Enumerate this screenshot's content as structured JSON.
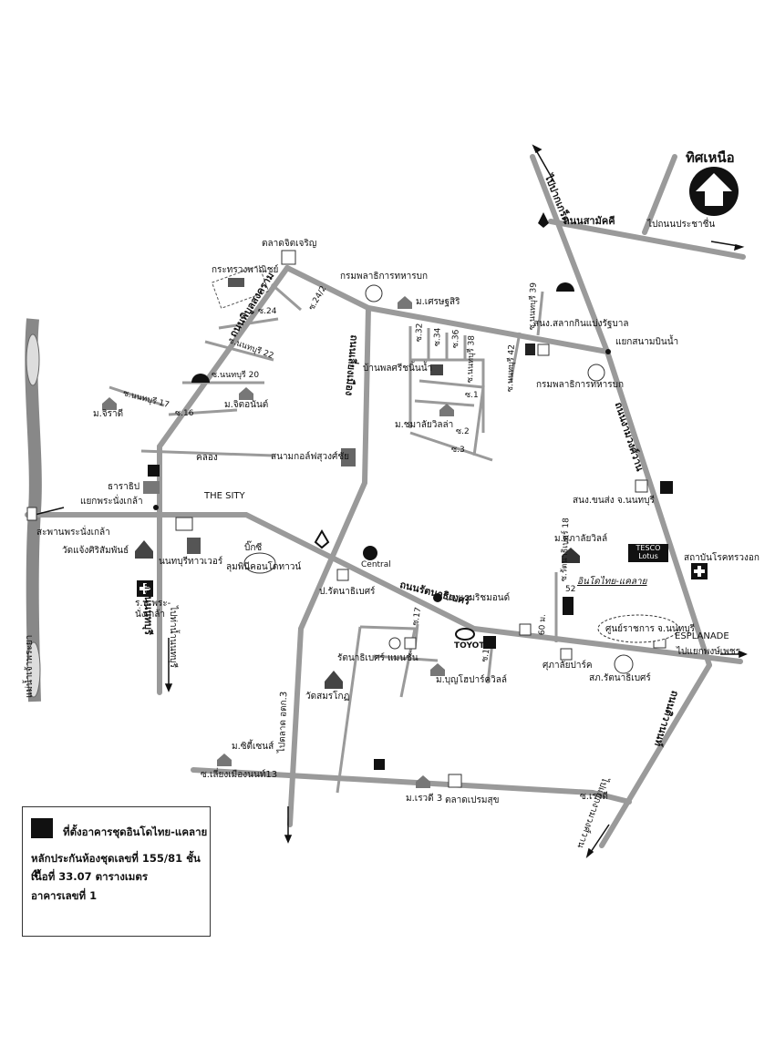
{
  "north": {
    "label": "ทิศเหนือ",
    "icon": "north-arrow-icon"
  },
  "roads": {
    "samakkhi": "ถนนสามัคคี",
    "to_pakkret": "ไปปากเกร็ด",
    "to_prachachuen": "ไปถนนประชาชื่น",
    "ngamwongwan": "ถนนงามวงศ์วาน",
    "tiwanon": "ถนนติวานนท์",
    "to_khae_rai": "ไปแยกพงษ์เพชร",
    "to_khae_wanwan": "ไปแยกงามวงศ์วาน",
    "liang_mueang": "ถนนเลี่ยงเมือง",
    "rattanathibet": "ถนนรัตนาธิเบศร์",
    "nonthaburi": "ถนนนนทบุรี",
    "to_nonthaburi_pier": "ไปท่าน้ำนนทบุรี",
    "pracha_rat": "ถนนพิบูลสงคราม",
    "to_talat_pak_kret": "ไปตลาด อตก.3",
    "chao_phraya": "แม่น้ำเจ้าพระยา",
    "phra_nang_klao_bridge": "สะพานพระนั่งเกล้า",
    "khlong": "คลอง",
    "soi_liang_mueang_13": "ซ.เลี่ยงเมืองนนท์13",
    "soi_rewadi": "ซ.เรวดี",
    "soi_rattanathibet_18": "ซ.รัตนาธิเบศร์ 18",
    "soi_nonthaburi_42": "ซ.นนทบุรี 42",
    "soi_nonthaburi_39": "ซ.นนทบุรี 39",
    "soi_24_2": "ซ.24/2",
    "soi_24": "ซ.24",
    "soi_22": "ซ.นนทบุรี 22",
    "soi_20": "ซ.นนทบุรี 20",
    "soi_17": "ซ.นนทบุรี 17",
    "soi_16": "ซ.16",
    "soi_32": "ซ.32",
    "soi_34": "ซ.34",
    "soi_36": "ซ.36",
    "soi_38": "ซ.นนทบุรี 38",
    "soi_1": "ซ.1",
    "soi_2": "ซ.2",
    "soi_3": "ซ.3",
    "soi_15": "ซ.15",
    "soi_17b": "ซ.17",
    "dist_60m": "60 ม."
  },
  "places": {
    "talat_chit_charoen": "ตลาดจิตเจริญ",
    "commerce_ministry": "กระทรวงพาณิชย์",
    "military_dept": "กรมพลาธิการทหารบก",
    "military_dept_2": "กรมพลาธิการทหารบก",
    "m_setthasiri": "ม.เศรษฐสิริ",
    "satun": "สนง.สลากกินแบ่งรัฐบาล",
    "sanam_bin_nam": "แยกสนามบินน้ำ",
    "ban_phon": "บ้านพลศรีชนิ้นน้ำ",
    "m_chiwadi": "ม.จิราดี",
    "m_chitnan": "ม.จิตอนันต์",
    "m_chamari": "ม.ชมาลัยวิลล่า",
    "golf": "สนามกอล์ฟสุวงศ์ชัย",
    "tharathip": "ธาราธิป",
    "yaek_phra_nang_klao": "แยกพระนั่งเกล้า",
    "the_sity": "THE SITY",
    "wat_chaeng": "วัดแจ้งศิริสัมพันธ์",
    "nonthaburi_tower": "นนทบุรีทาวเวอร์",
    "big_c": "บิ๊กซี",
    "lumpini": "ลุมพินีคอนโดทาวน์",
    "central": "Central",
    "post_office": "ป.รัตนาธิเบศร์",
    "hospital_phra_nang_klao": "ร.พ.พระ-",
    "hospital_phra_nang_klao_2": "นั่งเกล้า",
    "rattanathibet_mansion": "รัตนาธิเบศร์ แมนชั่น",
    "wat_sommanotai": "วัดสมรโกฏ",
    "toyota": "TOYOTA",
    "m_bunyapark": "ม.บุญโฮปาร์ควิลล์",
    "m_city_sense": "ม.ซิตี้เซนส์",
    "m_rewadi_3": "ม.เรวดี 3",
    "talat_pramsuk": "ตลาดเปรมสุข",
    "emerald_hotel": "โรงแรมริชมอนด์",
    "intouch": "อินโดไทย-แคลาย",
    "m_suksan": "ม.ศุภาลัยวิลล์",
    "tesco": "TESCO",
    "lotus": "Lotus",
    "bamrasnaradura": "สถาบันโรคทรวงอก",
    "snong_chonsong": "สนง.ขนส่ง จ.นนทบุรี",
    "central_gov": "ศูนย์ราชการ จ.นนทบุรี",
    "esplanade": "ESPLANADE",
    "supalai_park": "ศุภาลัยปาร์ค",
    "police": "สภ.รัตนาธิเบศร์",
    "num_52": "52"
  },
  "legend": {
    "line1": "ที่ตั้งอาคารชุดอินโดไทย-แคลาย",
    "line2": "หลักประกันห้องชุดเลขที่ 155/81 ชั้น 4",
    "line3": "เนื้อที่ 33.07 ตารางเมตร",
    "line4": "อาคารเลขที่ 1"
  }
}
